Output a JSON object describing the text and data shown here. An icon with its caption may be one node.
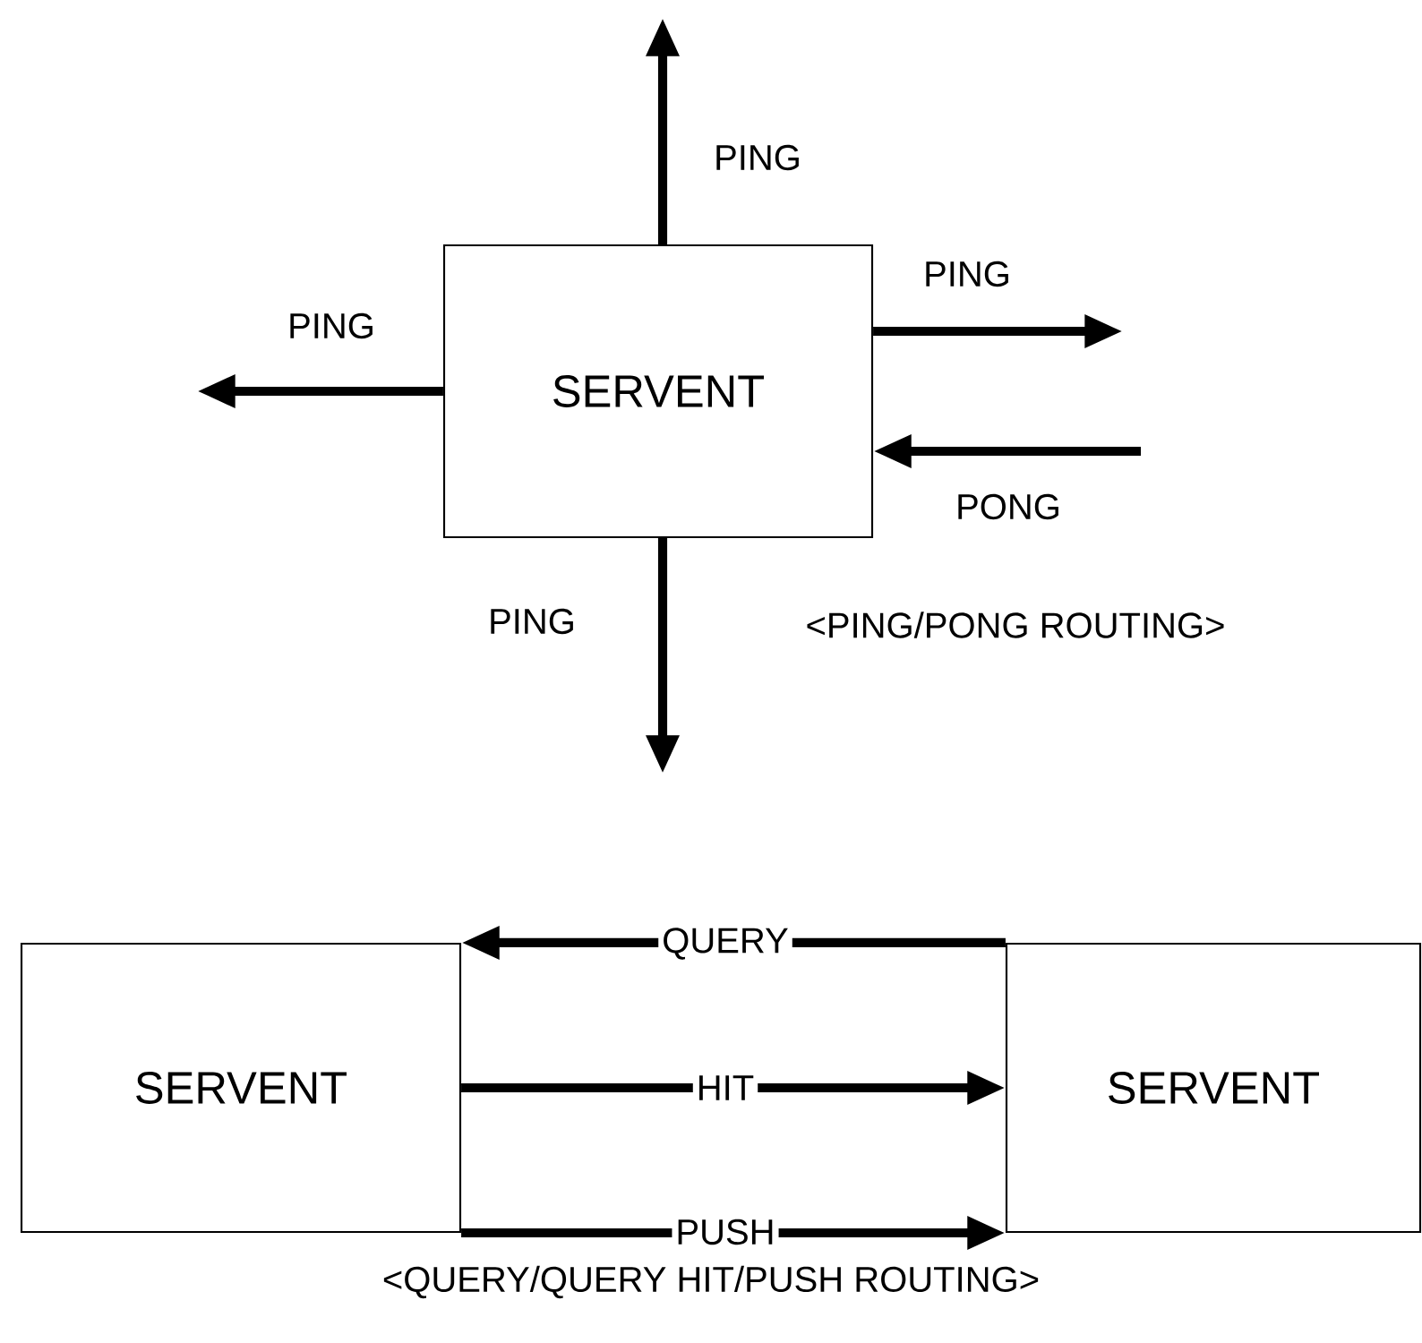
{
  "diagram": {
    "nodes": [
      {
        "text": [
          "SERVENT"
        ]
      },
      {
        "text": [
          "SERVENT"
        ]
      },
      {
        "text": [
          "SERVENT"
        ]
      }
    ],
    "edges": [
      {
        "from": 0,
        "to": null,
        "arrow": "to",
        "label": "PING"
      },
      {
        "from": 0,
        "to": null,
        "arrow": "to",
        "label": "PING"
      },
      {
        "from": 0,
        "to": null,
        "arrow": "to",
        "label": "PING"
      },
      {
        "from": null,
        "to": 0,
        "arrow": "to",
        "label": "PONG"
      },
      {
        "from": 0,
        "to": null,
        "arrow": "to",
        "label": "PING"
      },
      {
        "from": 2,
        "to": 1,
        "arrow": "to",
        "label": "QUERY"
      },
      {
        "from": 1,
        "to": 2,
        "arrow": "to",
        "label": "HIT"
      },
      {
        "from": 1,
        "to": 2,
        "arrow": "to",
        "label": "PUSH"
      }
    ],
    "labels": [
      "<PING/PONG ROUTING>",
      "<QUERY/QUERY HIT/PUSH ROUTING>"
    ]
  }
}
